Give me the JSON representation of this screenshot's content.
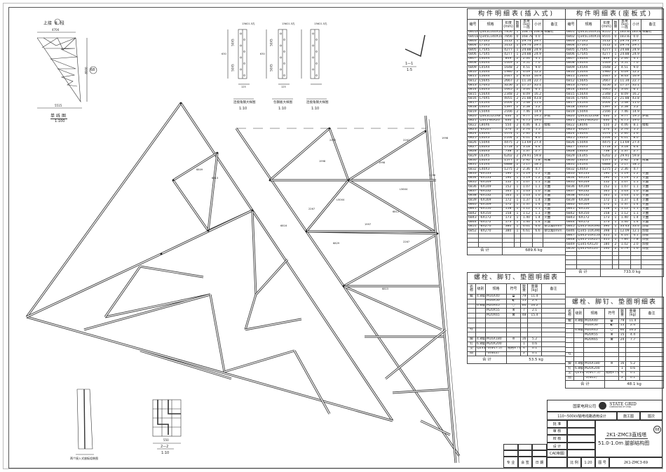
{
  "drawing": {
    "single_line": {
      "upper": "上接",
      "segment": "8",
      "segment_suffix": "段",
      "width_top": "4704",
      "width_bottom": "5515",
      "height": "8000",
      "part": "68",
      "title": "单线图",
      "scale": "1:100"
    },
    "detail1": {
      "title": "连接角钢大样图",
      "scale": "1:10",
      "hole": "13Φ21.5孔",
      "dims": [
        "40",
        "50X5",
        "70",
        "50X5",
        "40",
        "630",
        "125"
      ]
    },
    "detail2": {
      "title": "包钢板大样图",
      "scale": "1:10",
      "hole": "13Φ21.5孔",
      "dims": [
        "40",
        "50X5",
        "70",
        "50X5",
        "40",
        "630",
        "125"
      ]
    },
    "section1": {
      "title": "1—1",
      "scale": "1:5"
    },
    "section2": {
      "title": "2—2",
      "scale": "1:10",
      "dims": [
        "75",
        "100",
        "75",
        "75",
        "100",
        "100",
        "75",
        "550"
      ]
    },
    "detail3": {
      "title": "两个接入式座板组装图"
    },
    "member_labels": [
      "2252",
      "2267",
      "1998",
      "1998",
      "1998",
      "L50X4",
      "L56X4",
      "3196",
      "2267",
      "2267",
      "1997",
      "6813",
      "6829",
      "6809",
      "6816",
      "6812",
      "6815"
    ]
  },
  "parts_table_left": {
    "title": "构件明细表(插入式)",
    "headers": [
      "编号",
      "规格",
      "长度(mm)",
      "数量",
      "重量(kg) 一件",
      "小计",
      "备注"
    ],
    "rows": [
      [
        "6801A",
        "Q345L140X10",
        "7856",
        "1",
        "168.78",
        "168.8",
        "带脚钉"
      ],
      [
        "6801B",
        "Q345L140X10",
        "7856",
        "0",
        "168.78",
        "0.0",
        ""
      ],
      [
        "6803",
        "L75X5",
        "5112",
        "1",
        "29.74",
        "29.7",
        ""
      ],
      [
        "6804",
        "L75X5",
        "5112",
        "1",
        "29.74",
        "29.7",
        ""
      ],
      [
        "6805",
        "L75X5",
        "4277",
        "1",
        "24.88",
        "24.9",
        ""
      ],
      [
        "6806",
        "L75X5",
        "4277",
        "1",
        "24.88",
        "24.9",
        ""
      ],
      [
        "6807",
        "L40X4",
        "849",
        "2",
        "2.06",
        "4.1",
        ""
      ],
      [
        "6808",
        "L40X4",
        "1449",
        "2",
        "3.51",
        "7.0",
        ""
      ],
      [
        "6809",
        "L45X4",
        "1648",
        "2",
        "4.51",
        "9.0",
        ""
      ],
      [
        "6810",
        "L50X4",
        "1980",
        "2",
        "6.09",
        "12.2",
        ""
      ],
      [
        "6811",
        "L56X4",
        "2447",
        "2",
        "8.43",
        "16.9",
        ""
      ],
      [
        "6812",
        "L56X5",
        "2667",
        "2",
        "11.34",
        "22.7",
        ""
      ],
      [
        "6813",
        "L70X5",
        "3256",
        "2",
        "17.57",
        "35.1",
        ""
      ],
      [
        "6814",
        "L40X3",
        "1645",
        "2",
        "3.04",
        "6.1",
        ""
      ],
      [
        "6815",
        "L56X4",
        "2348",
        "2",
        "8.09",
        "16.2",
        ""
      ],
      [
        "6816",
        "L70X5",
        "4055",
        "2",
        "21.88",
        "43.8",
        ""
      ],
      [
        "6817",
        "L45X4",
        "2004",
        "2",
        "5.48",
        "11.0",
        ""
      ],
      [
        "6818",
        "L40X3",
        "1397",
        "2",
        "2.58",
        "5.2",
        ""
      ],
      [
        "6819",
        "L50X4",
        "2166",
        "2",
        "7.46",
        "14.9",
        ""
      ],
      [
        "6820",
        "Q345L125X8",
        "630",
        "2",
        "9.77",
        "19.5",
        "护管"
      ],
      [
        "6821",
        "Q345-80X20",
        "630",
        "4",
        "4.75",
        "19.0",
        ""
      ],
      [
        "6822",
        "L80X6",
        "550",
        "2",
        "4.06",
        "8.1",
        "接板"
      ],
      [
        "6823",
        "-6X207",
        "270",
        "2",
        "2.76",
        "5.5",
        ""
      ],
      [
        "6824",
        "L40X4",
        "1074",
        "1",
        "2.60",
        "2.6",
        ""
      ],
      [
        "6825",
        "L40X3",
        "2164",
        "2",
        "4.01",
        "8.0",
        ""
      ],
      [
        "6826",
        "L50X4",
        "4475",
        "2",
        "13.69",
        "27.4",
        ""
      ],
      [
        "6827",
        "L40X3",
        "1718",
        "2",
        "3.18",
        "6.4",
        ""
      ],
      [
        "6828",
        "L40X3",
        "738",
        "2",
        "1.37",
        "2.7",
        ""
      ],
      [
        "6829",
        "L63X5",
        "6202",
        "2",
        "29.91",
        "59.8",
        ""
      ],
      [
        "6830",
        "L40X3",
        "1577",
        "2",
        "2.92",
        "5.8",
        "附属"
      ],
      [
        "6831",
        "L45X4",
        "6888",
        "2",
        "5.17",
        "18.5",
        ""
      ],
      [
        "6832",
        "L40X3",
        "1275",
        "2",
        "2.36",
        "4.7",
        ""
      ],
      [
        "6833",
        "-6X133",
        "190",
        "1",
        "1.19",
        "1.2",
        "火曲"
      ],
      [
        "6834",
        "-6X133",
        "190",
        "1",
        "1.19",
        "1.2",
        "火曲"
      ],
      [
        "6835",
        "-6X149",
        "152",
        "1",
        "1.07",
        "1.1",
        "火曲"
      ],
      [
        "6836",
        "-6X149",
        "152",
        "1",
        "1.07",
        "1.1",
        "火曲"
      ],
      [
        "6837",
        "-6X132",
        "165",
        "1",
        "1.03",
        "1.0",
        "火曲"
      ],
      [
        "6838",
        "-6X132",
        "165",
        "1",
        "1.03",
        "1.0",
        "火曲"
      ],
      [
        "6839",
        "-6X169",
        "172",
        "1",
        "1.37",
        "1.4",
        "火曲"
      ],
      [
        "6840",
        "-6X169",
        "172",
        "1",
        "1.37",
        "1.4",
        "火曲"
      ],
      [
        "6841",
        "-6X150",
        "158",
        "1",
        "1.12",
        "1.1",
        "火曲"
      ],
      [
        "6842",
        "-6X150",
        "158",
        "1",
        "1.12",
        "1.1",
        "火曲"
      ],
      [
        "6843",
        "-6X172",
        "173",
        "1",
        "1.40",
        "1.4",
        "火曲"
      ],
      [
        "6844",
        "-6X172",
        "173",
        "1",
        "1.40",
        "1.4",
        "火曲"
      ],
      [
        "6851",
        "-8X270",
        "380",
        "1",
        "6.61",
        "6.6",
        "单切角0mm"
      ],
      [
        "6852",
        "-8X270",
        "380",
        "1",
        "6.61",
        "6.6",
        "单切角0mm"
      ]
    ],
    "blank_rows": 3,
    "total_label": "合 计",
    "total": "689.6 kg"
  },
  "parts_table_right": {
    "title": "构件明细表(座板式)",
    "headers": [
      "编号",
      "规格",
      "长度(mm)",
      "数量",
      "重量(kg) 一件",
      "小计",
      "备注"
    ],
    "rows": [
      [
        "6801",
        "Q345L140X10",
        "8555",
        "1",
        "183.83",
        "183.8",
        "带脚钉"
      ],
      [
        "6802",
        "Q345L140X10",
        "8555",
        "0",
        "183.83",
        "0.0",
        ""
      ],
      [
        "6803",
        "L75X5",
        "5112",
        "1",
        "29.74",
        "29.7",
        ""
      ],
      [
        "6804",
        "L75X5",
        "5112",
        "1",
        "29.74",
        "29.7",
        ""
      ],
      [
        "6805",
        "L75X5",
        "4277",
        "1",
        "24.88",
        "24.9",
        ""
      ],
      [
        "6806",
        "L75X5",
        "4277",
        "1",
        "24.88",
        "24.9",
        ""
      ],
      [
        "6807",
        "L40X4",
        "849",
        "2",
        "2.06",
        "4.1",
        ""
      ],
      [
        "6808",
        "L40X4",
        "1449",
        "2",
        "3.51",
        "7.0",
        ""
      ],
      [
        "6809",
        "L45X4",
        "1648",
        "2",
        "4.51",
        "9.0",
        ""
      ],
      [
        "6810",
        "L50X4",
        "1980",
        "2",
        "6.09",
        "12.2",
        ""
      ],
      [
        "6811",
        "L56X4",
        "2447",
        "2",
        "8.43",
        "16.9",
        ""
      ],
      [
        "6812",
        "L56X5",
        "2667",
        "2",
        "11.34",
        "22.7",
        ""
      ],
      [
        "6813",
        "L70X5",
        "3256",
        "2",
        "17.57",
        "35.1",
        ""
      ],
      [
        "6814",
        "L40X3",
        "1645",
        "2",
        "3.04",
        "6.1",
        ""
      ],
      [
        "6815",
        "L56X4",
        "2348",
        "2",
        "8.09",
        "16.2",
        ""
      ],
      [
        "6816",
        "L70X5",
        "4055",
        "2",
        "21.88",
        "43.8",
        ""
      ],
      [
        "6817",
        "L45X4",
        "2004",
        "2",
        "5.48",
        "11.0",
        ""
      ],
      [
        "6818",
        "L40X3",
        "1397",
        "2",
        "2.58",
        "5.2",
        ""
      ],
      [
        "6819",
        "L50X4",
        "2166",
        "2",
        "7.46",
        "14.9",
        ""
      ],
      [
        "6820",
        "Q345L125X8",
        "630",
        "2",
        "9.77",
        "19.5",
        "护管"
      ],
      [
        "6821",
        "Q345-80X20",
        "630",
        "4",
        "4.75",
        "19.0",
        ""
      ],
      [
        "6822",
        "L80X6",
        "550",
        "2",
        "4.06",
        "8.1",
        "接板"
      ],
      [
        "6823",
        "-6X207",
        "270",
        "2",
        "2.76",
        "5.5",
        ""
      ],
      [
        "6824",
        "L40X4",
        "1074",
        "1",
        "2.60",
        "2.6",
        ""
      ],
      [
        "6825",
        "L40X3",
        "2164",
        "2",
        "4.01",
        "8.0",
        ""
      ],
      [
        "6826",
        "L50X4",
        "4475",
        "2",
        "13.69",
        "27.4",
        ""
      ],
      [
        "6827",
        "L40X3",
        "1718",
        "2",
        "3.18",
        "6.4",
        ""
      ],
      [
        "6828",
        "L40X3",
        "738",
        "2",
        "1.37",
        "2.7",
        ""
      ],
      [
        "6829",
        "L63X5",
        "6202",
        "2",
        "29.91",
        "59.8",
        ""
      ],
      [
        "6830",
        "L40X3",
        "1577",
        "2",
        "2.92",
        "5.8",
        "附属"
      ],
      [
        "6831",
        "L45X4",
        "6888",
        "2",
        "5.17",
        "18.5",
        ""
      ],
      [
        "6832",
        "L40X3",
        "1275",
        "2",
        "2.36",
        "4.7",
        ""
      ],
      [
        "6833",
        "-6X133",
        "190",
        "1",
        "1.19",
        "1.2",
        "火曲"
      ],
      [
        "6834",
        "-6X133",
        "190",
        "1",
        "1.19",
        "1.2",
        "火曲"
      ],
      [
        "6835",
        "-6X149",
        "152",
        "1",
        "1.07",
        "1.1",
        "火曲"
      ],
      [
        "6836",
        "-6X149",
        "152",
        "1",
        "1.07",
        "1.1",
        "火曲"
      ],
      [
        "6837",
        "-6X132",
        "165",
        "1",
        "1.03",
        "1.0",
        "火曲"
      ],
      [
        "6838",
        "-6X132",
        "165",
        "1",
        "1.03",
        "1.0",
        "火曲"
      ],
      [
        "6839",
        "-6X169",
        "172",
        "1",
        "1.37",
        "1.4",
        "火曲"
      ],
      [
        "6840",
        "-6X169",
        "172",
        "1",
        "1.37",
        "1.4",
        "火曲"
      ],
      [
        "6841",
        "-6X150",
        "158",
        "1",
        "1.12",
        "1.1",
        "火曲"
      ],
      [
        "6842",
        "-6X150",
        "158",
        "1",
        "1.12",
        "1.1",
        "火曲"
      ],
      [
        "6843",
        "-6X172",
        "173",
        "1",
        "1.40",
        "1.4",
        "火曲"
      ],
      [
        "6844",
        "-6X172",
        "173",
        "1",
        "1.40",
        "1.4",
        "火曲"
      ],
      [
        "6845",
        "Q345-30X390",
        "390",
        "1",
        "33.43",
        "33.4",
        "焊接"
      ],
      [
        "6846",
        "Q345-10X390",
        "398",
        "1",
        "12.09",
        "12.1",
        "焊接"
      ],
      [
        "6847",
        "Q345-10X153",
        "355",
        "1",
        "4.14",
        "4.1",
        "焊接"
      ],
      [
        "6848",
        "Q345-10X227",
        "355",
        "1",
        "7.84",
        "7.8",
        "焊接"
      ],
      [
        "6849",
        "Q345-6X120",
        "180",
        "2",
        "1.02",
        "2.0",
        "焊接"
      ],
      [
        "6850",
        "Q345-6X120",
        "140",
        "2",
        "0.79",
        "1.6",
        "焊接"
      ]
    ],
    "blank_rows": 4,
    "total_label": "合 计",
    "total": "733.0 kg"
  },
  "bolt_table_left": {
    "title": "螺栓、脚钉、垫圈明细表",
    "headers": [
      "名称",
      "级别",
      "规格",
      "符号",
      "数量",
      "重量(kg)",
      "备注"
    ],
    "rows": [
      [
        "螺",
        "4.8级",
        "M16X40",
        "◒",
        "79",
        "11.4",
        ""
      ],
      [
        "",
        "",
        "M16X50",
        "◐",
        "15",
        "2.4",
        ""
      ],
      [
        "",
        "6.8级",
        "M20X45",
        "○",
        "60",
        "16.2",
        ""
      ],
      [
        "",
        "",
        "M20X55",
        "⊗",
        "7",
        "2.1",
        ""
      ],
      [
        "",
        "",
        "M20X65",
        "⊠",
        "48",
        "15.4",
        ""
      ],
      [
        "",
        "",
        "",
        "",
        "",
        "",
        ""
      ],
      [
        "",
        "",
        "",
        "",
        "",
        "",
        ""
      ],
      [
        "栓",
        "",
        "",
        "",
        "",
        "",
        ""
      ],
      [
        "",
        "",
        "",
        "",
        "",
        "",
        ""
      ],
      [
        "脚",
        "4.8级",
        "M16X180",
        "⊖",
        "16",
        "5.2",
        ""
      ],
      [
        "钉",
        "6.8级",
        "M20X200",
        "",
        "1",
        "0.6",
        ""
      ],
      [
        "垫",
        "Q235",
        "-3(Φ17.5)",
        "规格x个数",
        "4",
        "0.1",
        ""
      ],
      [
        "圈",
        "",
        "-3(Φ22)",
        "",
        "2",
        "0.1",
        ""
      ]
    ],
    "total_label": "合 计",
    "total": "53.5 kg"
  },
  "bolt_table_right": {
    "title": "螺栓、脚钉、垫圈明细表",
    "headers": [
      "名称",
      "级别",
      "规格",
      "符号",
      "数量",
      "重量(kg)",
      "备注"
    ],
    "rows": [
      [
        "螺",
        "4.8级",
        "M16X40",
        "◒",
        "79",
        "11.4",
        ""
      ],
      [
        "",
        "",
        "M16X50",
        "◐",
        "15",
        "2.4",
        ""
      ],
      [
        "",
        "6.8级",
        "M20X45",
        "○",
        "60",
        "16.2",
        ""
      ],
      [
        "",
        "",
        "M20X55",
        "⊗",
        "15",
        "4.4",
        ""
      ],
      [
        "",
        "",
        "M20X65",
        "⊠",
        "24",
        "7.7",
        ""
      ],
      [
        "",
        "",
        "",
        "",
        "",
        "",
        ""
      ],
      [
        "",
        "",
        "",
        "",
        "",
        "",
        ""
      ],
      [
        "栓",
        "",
        "",
        "",
        "",
        "",
        ""
      ],
      [
        "",
        "",
        "",
        "",
        "",
        "",
        ""
      ],
      [
        "脚",
        "4.8级",
        "M16X180",
        "⊖",
        "16",
        "5.2",
        ""
      ],
      [
        "钉",
        "6.8级",
        "M20X200",
        "",
        "1",
        "0.6",
        ""
      ],
      [
        "垫",
        "Q235",
        "-3(Φ17.5)",
        "规格x个数",
        "4",
        "0.1",
        ""
      ],
      [
        "圈",
        "",
        "-3(Φ22)",
        "",
        "2",
        "0.1",
        ""
      ]
    ],
    "total_label": "合 计",
    "total": "48.1 kg"
  },
  "title_block": {
    "company": "国家电网公司",
    "brand": "STATE GRID",
    "brand_sub": "CORPORATION OF CHINA",
    "project": "110~500kV输电线路通用设计",
    "stage": "施工图",
    "sheet_label": "图次",
    "roles": [
      "批 准",
      "审 核",
      "校 核",
      "设 计",
      "CAD制图"
    ],
    "drawing_title_1": "2K1-ZMC3直线塔",
    "drawing_title_2": "51.0-1.0m 腿部结构图",
    "part": "68",
    "scale_label": "比 例",
    "scale": "1:20",
    "number_label": "图 号",
    "number": "2K1-ZMC3-69",
    "revision": {
      "cols": [
        "专 业",
        "会 签",
        "日 期"
      ]
    }
  },
  "colors": {
    "line": "#333333",
    "text": "#222222"
  }
}
